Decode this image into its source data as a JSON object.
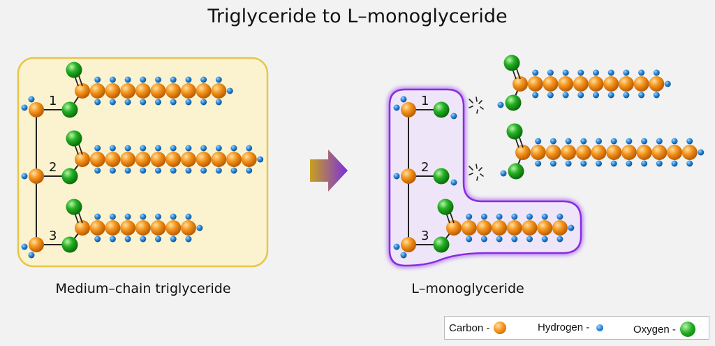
{
  "title": "Triglyceride to L–monoglyceride",
  "left_label": "Medium–chain triglyceride",
  "right_label": "L–monoglyceride",
  "position_labels": [
    "1",
    "2",
    "3"
  ],
  "legend": {
    "carbon": "Carbon -",
    "hydrogen": "Hydrogen -",
    "oxygen": "Oxygen -"
  },
  "colors": {
    "carbon": "#f08c1a",
    "hydrogen": "#1f7fd0",
    "oxygen": "#1fa81f",
    "triglyceride_box": "#fbf3cf",
    "triglyceride_border": "#e6c64a",
    "monoglyceride_fill": "#eee6f8",
    "monoglyceride_border": "#8a2be2",
    "arrow_start": "#c8a020",
    "arrow_end": "#7a2ee0"
  },
  "chain_lengths": {
    "triglyceride": [
      10,
      12,
      8
    ],
    "released_fatty_acids": [
      10,
      12
    ],
    "monoglyceride": [
      8
    ]
  }
}
